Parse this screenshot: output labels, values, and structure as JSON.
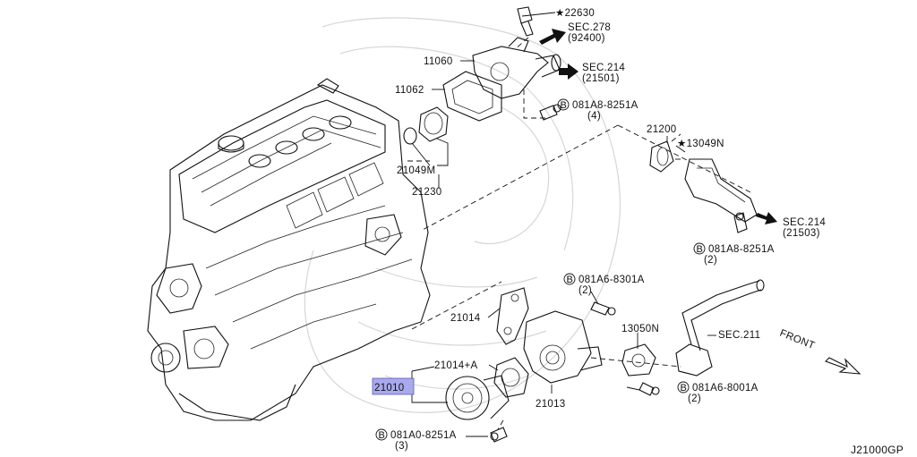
{
  "diagram": {
    "code": "J21000GP",
    "front_label": "FRONT",
    "parts": {
      "p22630": "★22630",
      "p11060": "11060",
      "p11062": "11062",
      "p21049m": "21049M",
      "p21230": "21230",
      "p21200": "21200",
      "p13049n": "★13049N",
      "p21014": "21014",
      "p21014a": "21014+A",
      "p21010": "21010",
      "p21013": "21013",
      "p13050n": "13050N"
    },
    "sections": {
      "s278": {
        "name": "SEC.278",
        "sub": "(92400)"
      },
      "s214a": {
        "name": "SEC.214",
        "sub": "(21501)"
      },
      "s214b": {
        "name": "SEC.214",
        "sub": "(21503)"
      },
      "s211": {
        "name": "SEC.211"
      }
    },
    "bolts": {
      "b1": {
        "symbol": "B",
        "code": "081A8-8251A",
        "qty": "(4)"
      },
      "b2": {
        "symbol": "B",
        "code": "081A8-8251A",
        "qty": "(2)"
      },
      "b3": {
        "symbol": "B",
        "code": "081A6-8301A",
        "qty": "(2)"
      },
      "b4": {
        "symbol": "B",
        "code": "081A6-8001A",
        "qty": "(2)"
      },
      "b5": {
        "symbol": "B",
        "code": "081A0-8251A",
        "qty": "(3)"
      }
    },
    "highlight_part": "21010"
  }
}
